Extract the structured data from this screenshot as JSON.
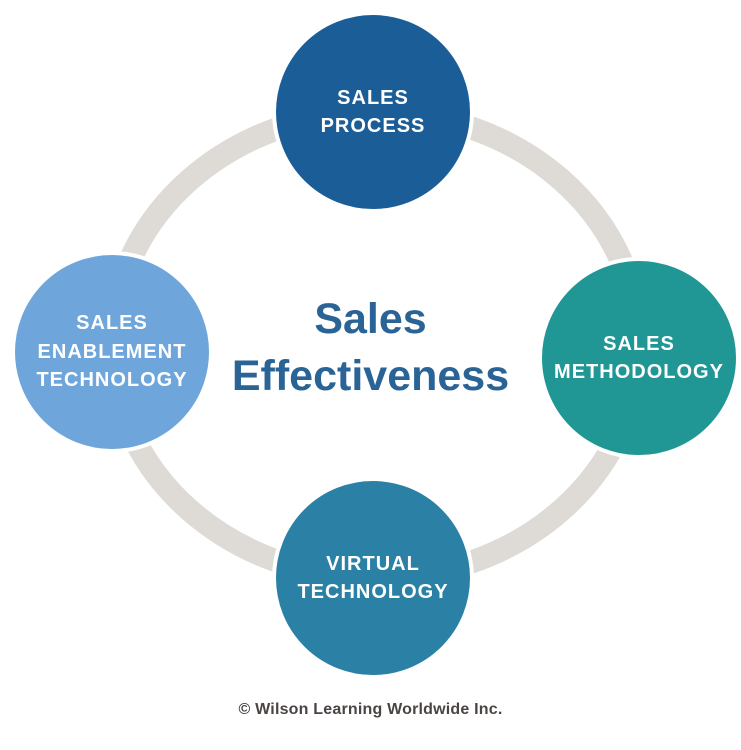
{
  "diagram": {
    "center_title": {
      "line1": "Sales",
      "line2": "Effectiveness",
      "color": "#2A6395"
    },
    "nodes": [
      {
        "id": "sales-process",
        "position": "top",
        "color": "#1B5E97",
        "lines": {
          "0": "SALES",
          "1": "PROCESS"
        }
      },
      {
        "id": "sales-methodology",
        "position": "right",
        "color": "#219795",
        "lines": {
          "0": "SALES",
          "1": "METHODOLOGY"
        }
      },
      {
        "id": "virtual-technology",
        "position": "bottom",
        "color": "#2B80A6",
        "lines": {
          "0": "VIRTUAL",
          "1": "TECHNOLOGY"
        }
      },
      {
        "id": "sales-enablement-technology",
        "position": "left",
        "color": "#6EA6DB",
        "lines": {
          "0": "SALES",
          "1": "ENABLEMENT",
          "2": "TECHNOLOGY"
        }
      }
    ],
    "ring": {
      "color": "#DEDBD6",
      "stroke_width": 23
    },
    "footer": {
      "copyright": "© Wilson Learning Worldwide Inc."
    }
  }
}
